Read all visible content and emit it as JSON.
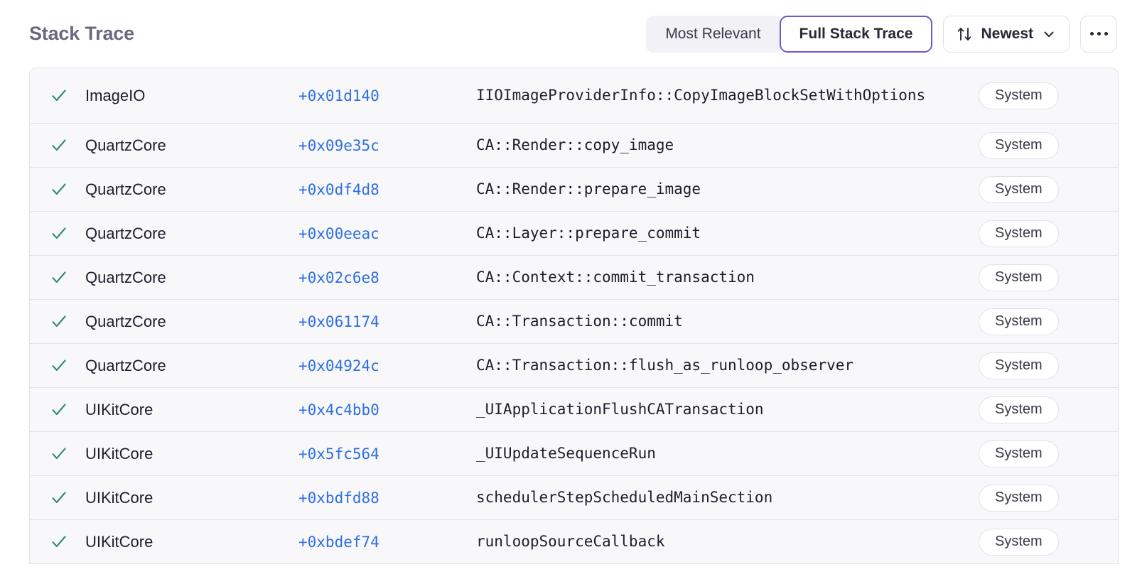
{
  "header": {
    "title": "Stack Trace",
    "segmented": {
      "options": [
        {
          "label": "Most Relevant",
          "selected": false
        },
        {
          "label": "Full Stack Trace",
          "selected": true
        }
      ]
    },
    "sort": {
      "icon": "sort-arrows-icon",
      "label": "Newest",
      "chevron": "chevron-down-icon"
    },
    "more": {
      "icon": "ellipsis-icon",
      "label": "..."
    }
  },
  "colors": {
    "accent_purple": "#6a5acd",
    "link_blue": "#2f6fe0",
    "check_green": "#2e8b6e",
    "title_gray": "#6b6880",
    "row_bg": "#f8f8fb",
    "border": "#e4e2ea"
  },
  "table": {
    "rows": [
      {
        "check": "check-icon",
        "image": "ImageIO",
        "offset": "+0x01d140",
        "function": "IIOImageProviderInfo::CopyImageBlockSetWithOptions",
        "badge": "System"
      },
      {
        "check": "check-icon",
        "image": "QuartzCore",
        "offset": "+0x09e35c",
        "function": "CA::Render::copy_image",
        "badge": "System"
      },
      {
        "check": "check-icon",
        "image": "QuartzCore",
        "offset": "+0x0df4d8",
        "function": "CA::Render::prepare_image",
        "badge": "System"
      },
      {
        "check": "check-icon",
        "image": "QuartzCore",
        "offset": "+0x00eeac",
        "function": "CA::Layer::prepare_commit",
        "badge": "System"
      },
      {
        "check": "check-icon",
        "image": "QuartzCore",
        "offset": "+0x02c6e8",
        "function": "CA::Context::commit_transaction",
        "badge": "System"
      },
      {
        "check": "check-icon",
        "image": "QuartzCore",
        "offset": "+0x061174",
        "function": "CA::Transaction::commit",
        "badge": "System"
      },
      {
        "check": "check-icon",
        "image": "QuartzCore",
        "offset": "+0x04924c",
        "function": "CA::Transaction::flush_as_runloop_observer",
        "badge": "System"
      },
      {
        "check": "check-icon",
        "image": "UIKitCore",
        "offset": "+0x4c4bb0",
        "function": "_UIApplicationFlushCATransaction",
        "badge": "System"
      },
      {
        "check": "check-icon",
        "image": "UIKitCore",
        "offset": "+0x5fc564",
        "function": "_UIUpdateSequenceRun",
        "badge": "System"
      },
      {
        "check": "check-icon",
        "image": "UIKitCore",
        "offset": "+0xbdfd88",
        "function": "schedulerStepScheduledMainSection",
        "badge": "System"
      },
      {
        "check": "check-icon",
        "image": "UIKitCore",
        "offset": "+0xbdef74",
        "function": "runloopSourceCallback",
        "badge": "System"
      }
    ]
  }
}
